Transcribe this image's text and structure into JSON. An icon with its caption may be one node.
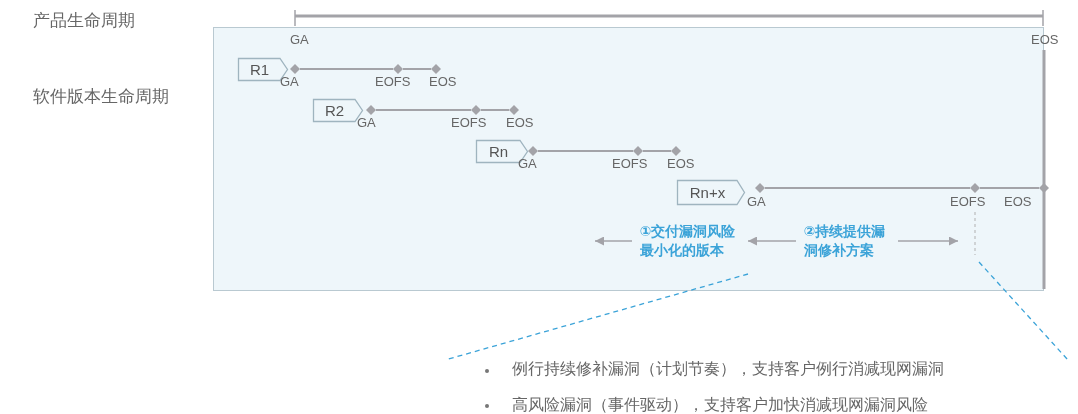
{
  "diagram": {
    "nodes": [
      {
        "text": [],
        "shape": "box"
      },
      {
        "text": [
          "R1"
        ],
        "in": 0
      },
      {
        "text": [
          "R2"
        ],
        "in": 0
      },
      {
        "text": [
          "Rn"
        ],
        "in": 0
      },
      {
        "text": [
          "Rn+x"
        ],
        "in": 0
      },
      {
        "text": [],
        "shape": "diamond",
        "in": 0,
        "beside": [
          "GA"
        ]
      },
      {
        "text": [],
        "shape": "diamond",
        "in": 0,
        "beside": [
          "EOFS"
        ]
      },
      {
        "text": [],
        "shape": "diamond",
        "in": 0,
        "beside": [
          "EOS"
        ]
      },
      {
        "text": [],
        "shape": "diamond",
        "in": 0,
        "beside": [
          "GA"
        ]
      },
      {
        "text": [],
        "shape": "diamond",
        "in": 0,
        "beside": [
          "EOFS"
        ]
      },
      {
        "text": [],
        "shape": "diamond",
        "in": 0,
        "beside": [
          "EOS"
        ]
      },
      {
        "text": [],
        "shape": "diamond",
        "in": 0,
        "beside": [
          "GA"
        ]
      },
      {
        "text": [],
        "shape": "diamond",
        "in": 0,
        "beside": [
          "EOFS"
        ]
      },
      {
        "text": [],
        "shape": "diamond",
        "in": 0,
        "beside": [
          "EOS"
        ]
      },
      {
        "text": [],
        "shape": "diamond",
        "in": 0,
        "beside": [
          "GA"
        ]
      },
      {
        "text": [],
        "shape": "diamond",
        "in": 0,
        "beside": [
          "EOFS"
        ]
      },
      {
        "text": [],
        "shape": "diamond",
        "beside": [
          "EOS"
        ]
      },
      {
        "text": [
          "①交付漏洞风险最小化的版本"
        ],
        "in": 0
      },
      {
        "text": [
          "②持续提供漏洞修补方案"
        ],
        "in": 0
      }
    ],
    "edges": [
      {
        "from": 17,
        "to": null,
        "arrow": "to"
      },
      {
        "from": 18,
        "to": 17,
        "arrow": "to"
      },
      {
        "from": 18,
        "to": null,
        "arrow": "to"
      },
      {
        "from": 5,
        "to": 6,
        "arrow": "none"
      },
      {
        "from": 6,
        "to": 7,
        "arrow": "none"
      },
      {
        "from": 8,
        "to": 9,
        "arrow": "none"
      },
      {
        "from": 9,
        "to": 10,
        "arrow": "none"
      },
      {
        "from": 11,
        "to": 12,
        "arrow": "none"
      },
      {
        "from": 12,
        "to": 13,
        "arrow": "none"
      },
      {
        "from": 14,
        "to": 15,
        "arrow": "none"
      },
      {
        "from": 15,
        "to": 16,
        "arrow": "none"
      }
    ],
    "labels": [
      "产品生命周期",
      "GA",
      "EOS",
      "软件版本生命周期",
      "例行持续修补漏洞（计划节奏），支持客户例行消减现网漏洞",
      "高风险漏洞（事件驱动），支持客户加快消减现网漏洞风险"
    ]
  }
}
